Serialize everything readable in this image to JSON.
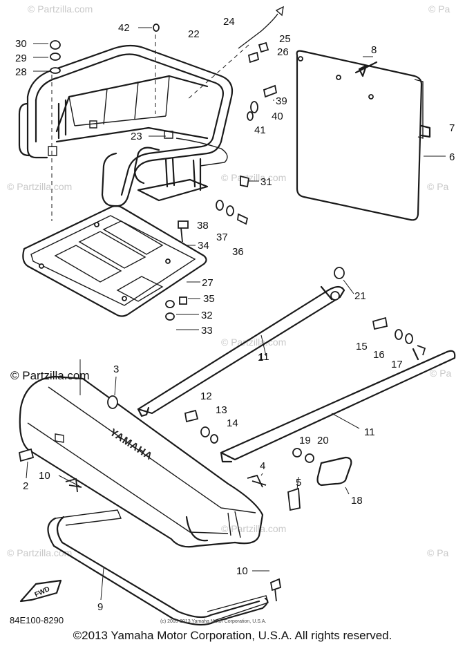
{
  "watermark": {
    "main": "© Partzilla.com",
    "repeat": "© Partzilla.com",
    "edge": "© Pa"
  },
  "part_code": "84E100-8290",
  "inner_copyright": "(c) 2005-2013 Yamaha Motor Corporation, U.S.A.",
  "copyright": "©2013 Yamaha Motor Corporation, U.S.A. All rights reserved.",
  "brand_text": "YAMAHA",
  "fwd_text": "FWD",
  "callouts": {
    "c1": "1",
    "c2": "2",
    "c3": "3",
    "c4": "4",
    "c5": "5",
    "c6": "6",
    "c7": "7",
    "c8": "8",
    "c9": "9",
    "c10a": "10",
    "c10b": "10",
    "c11a": "11",
    "c11b": "11",
    "c12": "12",
    "c13": "13",
    "c14": "14",
    "c15": "15",
    "c16": "16",
    "c17": "17",
    "c18": "18",
    "c19": "19",
    "c20": "20",
    "c21": "21",
    "c22": "22",
    "c23": "23",
    "c24": "24",
    "c25": "25",
    "c26": "26",
    "c27": "27",
    "c28": "28",
    "c29": "29",
    "c30": "30",
    "c31": "31",
    "c32": "32",
    "c33": "33",
    "c34": "34",
    "c35": "35",
    "c36": "36",
    "c37": "37",
    "c38": "38",
    "c39": "39",
    "c40": "40",
    "c41": "41",
    "c42": "42"
  }
}
